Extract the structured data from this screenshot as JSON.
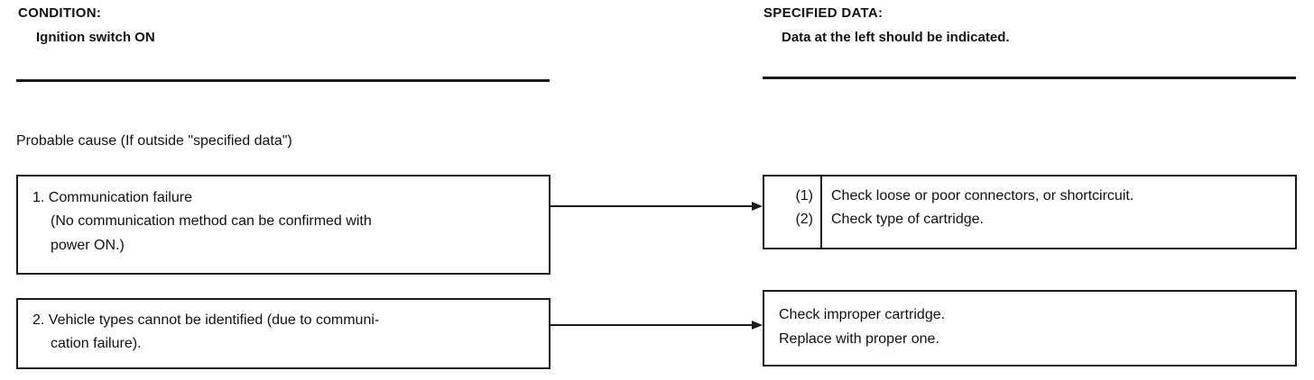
{
  "condition": {
    "heading": "CONDITION:",
    "value": "Ignition switch ON"
  },
  "specified": {
    "heading": "SPECIFIED DATA:",
    "value": "Data at the left should be indicated."
  },
  "probable_cause_label": "Probable cause (If outside \"specified data\")",
  "causes": [
    {
      "lines": [
        "1. Communication failure",
        "(No communication method can be confirmed with",
        "power ON.)"
      ]
    },
    {
      "lines": [
        "2. Vehicle types cannot be identified (due to communi-",
        "cation failure)."
      ]
    }
  ],
  "remedies": [
    {
      "items": [
        {
          "num": "(1)",
          "text": "Check loose or poor connectors, or shortcircuit."
        },
        {
          "num": "(2)",
          "text": "Check type of cartridge."
        }
      ]
    },
    {
      "lines": [
        "Check improper cartridge.",
        "Replace with proper one."
      ]
    }
  ]
}
